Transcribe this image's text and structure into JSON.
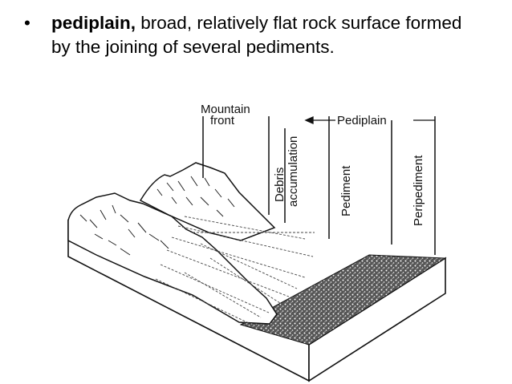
{
  "bullet": {
    "marker": "•",
    "term": "pediplain,",
    "definition": " broad, relatively flat rock surface formed by the joining of several pediments."
  },
  "diagram": {
    "labels": {
      "mountain_front_line1": "Mountain",
      "mountain_front_line2": "front",
      "pediplain": "Pediplain",
      "debris_line1": "Debris",
      "debris_line2": "accumulation",
      "pediment": "Pediment",
      "peripediment": "Peripediment"
    }
  }
}
